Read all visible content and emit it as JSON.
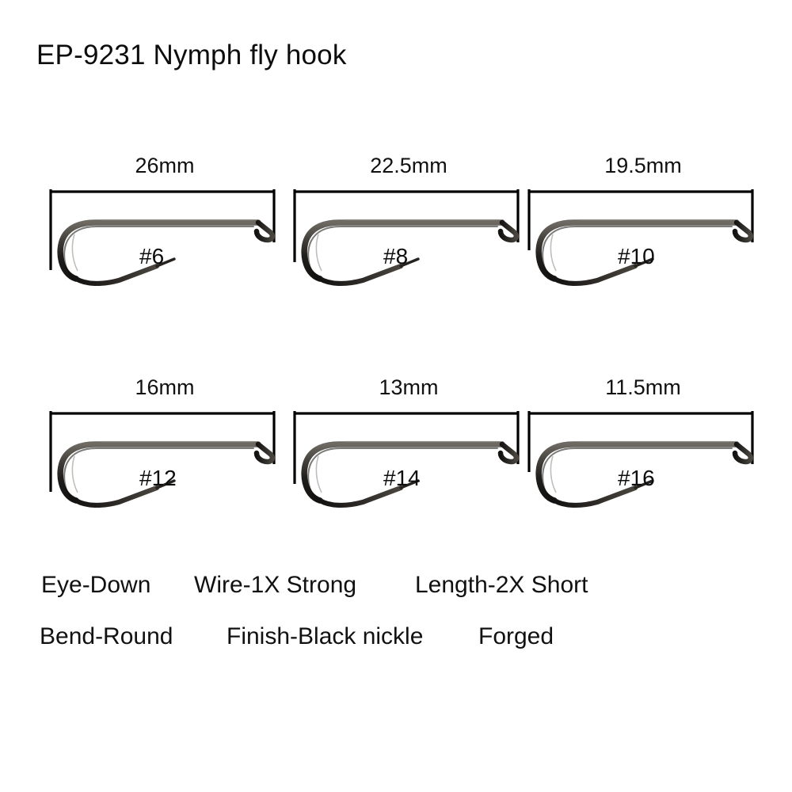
{
  "product": {
    "title": "EP-9231 Nymph fly hook"
  },
  "colors": {
    "background": "#ffffff",
    "text": "#111111",
    "dimension_line": "#000000",
    "hook_dark": "#1c1a19",
    "hook_mid": "#3a3734",
    "hook_highlight": "#8d8981"
  },
  "hooks": [
    {
      "size": "#6",
      "length": "26mm",
      "row": 0,
      "col": 0
    },
    {
      "size": "#8",
      "length": "22.5mm",
      "row": 0,
      "col": 1
    },
    {
      "size": "#10",
      "length": "19.5mm",
      "row": 0,
      "col": 2
    },
    {
      "size": "#12",
      "length": "16mm",
      "row": 1,
      "col": 0
    },
    {
      "size": "#14",
      "length": "13mm",
      "row": 1,
      "col": 1
    },
    {
      "size": "#16",
      "length": "11.5mm",
      "row": 1,
      "col": 2
    }
  ],
  "specs": {
    "line1": [
      "Eye-Down",
      "Wire-1X Strong",
      "Length-2X Short"
    ],
    "line2": [
      "Bend-Round",
      "Finish-Black nickle",
      "Forged"
    ]
  }
}
